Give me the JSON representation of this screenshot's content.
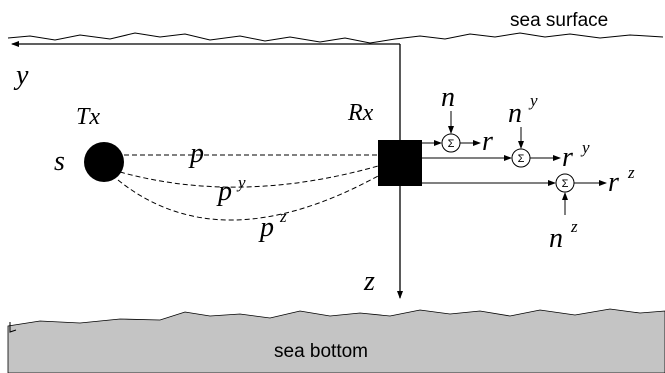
{
  "labels": {
    "sea_surface": "sea surface",
    "sea_bottom": "sea bottom",
    "axis_y": "y",
    "axis_z": "z",
    "transmitter": "Tx",
    "receiver": "Rx",
    "source": "s",
    "path_p": "p",
    "path_py_base": "p",
    "path_py_sup": "y",
    "path_pz_base": "p",
    "path_pz_sup": "z",
    "noise_n": "n",
    "noise_ny_base": "n",
    "noise_ny_sup": "y",
    "noise_nz_base": "n",
    "noise_nz_sup": "z",
    "out_r": "r",
    "out_ry_base": "r",
    "out_ry_sup": "y",
    "out_rz_base": "r",
    "out_rz_sup": "z",
    "sum_symbol": "Σ"
  },
  "colors": {
    "ink": "#000000",
    "seabed": "#c4c4c4"
  }
}
